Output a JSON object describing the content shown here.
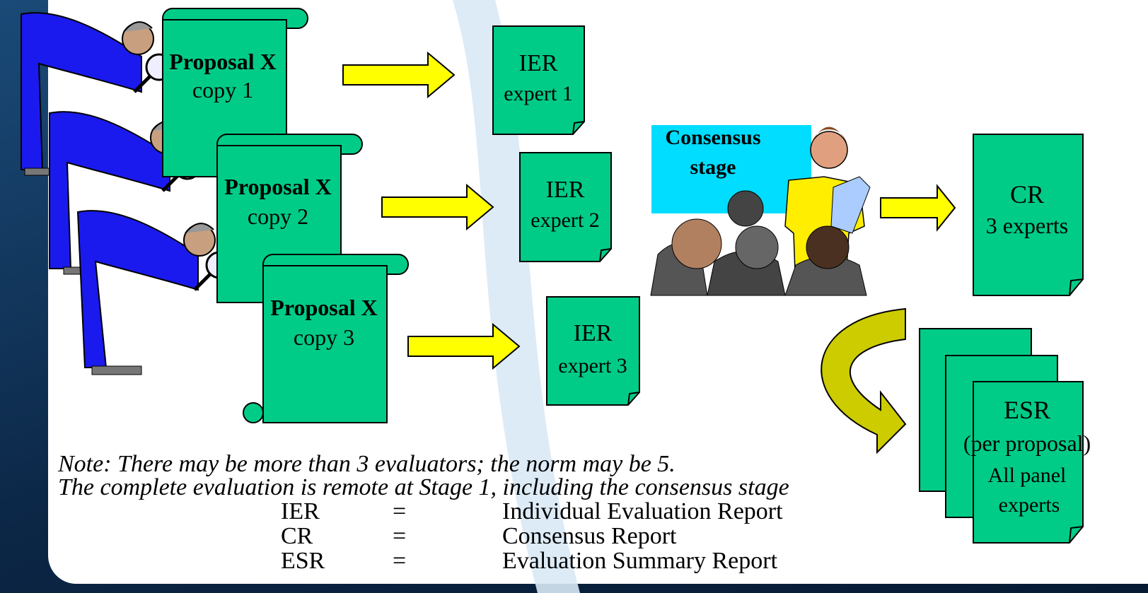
{
  "proposals": [
    {
      "title": "Proposal X",
      "copy": "copy 1"
    },
    {
      "title": "Proposal X",
      "copy": "copy 2"
    },
    {
      "title": "Proposal X",
      "copy": "copy 3"
    }
  ],
  "ier_docs": [
    {
      "title": "IER",
      "sub": "expert 1"
    },
    {
      "title": "IER",
      "sub": "expert 2"
    },
    {
      "title": "IER",
      "sub": "expert 3"
    }
  ],
  "consensus": {
    "line1": "Consensus",
    "line2": "stage"
  },
  "cr_doc": {
    "title": "CR",
    "sub": "3 experts"
  },
  "esr_doc": {
    "title": "ESR",
    "line2": "(per proposal)",
    "line3": "All panel",
    "line4": "experts"
  },
  "note": {
    "line1": "Note: There may be more than 3 evaluators; the norm may be 5.",
    "line2": "The complete evaluation is remote at Stage 1, including the consensus stage"
  },
  "legend": [
    {
      "abbr": "IER",
      "eq": "=",
      "full": "Individual Evaluation Report"
    },
    {
      "abbr": "CR",
      "eq": "=",
      "full": "Consensus Report"
    },
    {
      "abbr": "ESR",
      "eq": "=",
      "full": "Evaluation Summary Report"
    }
  ],
  "colors": {
    "doc_fill": "#00cc88",
    "arrow_fill": "#ffff00",
    "curved_arrow_fill": "#cccc00",
    "consensus_box": "#00ddff",
    "figure_suit": "#1a1aee"
  }
}
